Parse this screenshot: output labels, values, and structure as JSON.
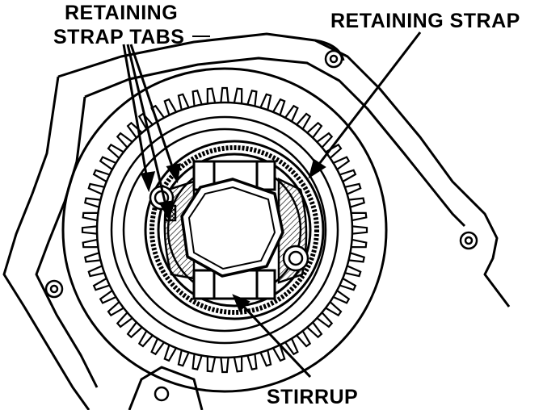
{
  "labels": {
    "retaining_strap_tabs_line1": "RETAINING",
    "retaining_strap_tabs_line2": "STRAP TABS",
    "retaining_strap": "RETAINING STRAP",
    "stirrup": "STIRRUP"
  },
  "parts": {
    "gear_tooth_count": 60
  },
  "colors": {
    "ink": "#000000",
    "paper": "#ffffff"
  }
}
